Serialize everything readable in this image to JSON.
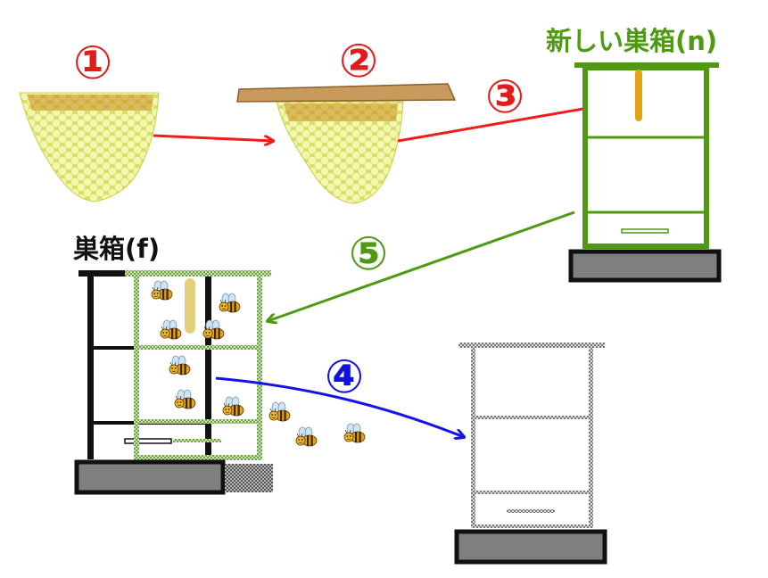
{
  "steps": [
    {
      "label": "①",
      "color": "#e31b1b"
    },
    {
      "label": "②",
      "color": "#e31b1b"
    },
    {
      "label": "③",
      "color": "#e31b1b"
    },
    {
      "label": "④",
      "color": "#1010e0"
    },
    {
      "label": "⑤",
      "color": "#4f9a12"
    }
  ],
  "labels": {
    "new_box": "新しい巣箱(n)",
    "old_box": "巣箱(f)"
  },
  "colors": {
    "red_arrow": "#ef1c1c",
    "green_arrow": "#4f9a12",
    "blue_arrow": "#1414e6",
    "new_box_frame": "#4f9a12",
    "old_box_frame": "#111111",
    "empty_box_frame": "#777777",
    "stand": "#7f7f7f",
    "comb": "#d9e06a",
    "comb_cell": "#f2f4a8",
    "board": "#c89a5b",
    "queen_cell": "#e4a514",
    "bee_body": "#e3a316"
  },
  "icons": [
    "honeycomb-icon",
    "board-icon",
    "bee-icon",
    "arrow-icon"
  ]
}
